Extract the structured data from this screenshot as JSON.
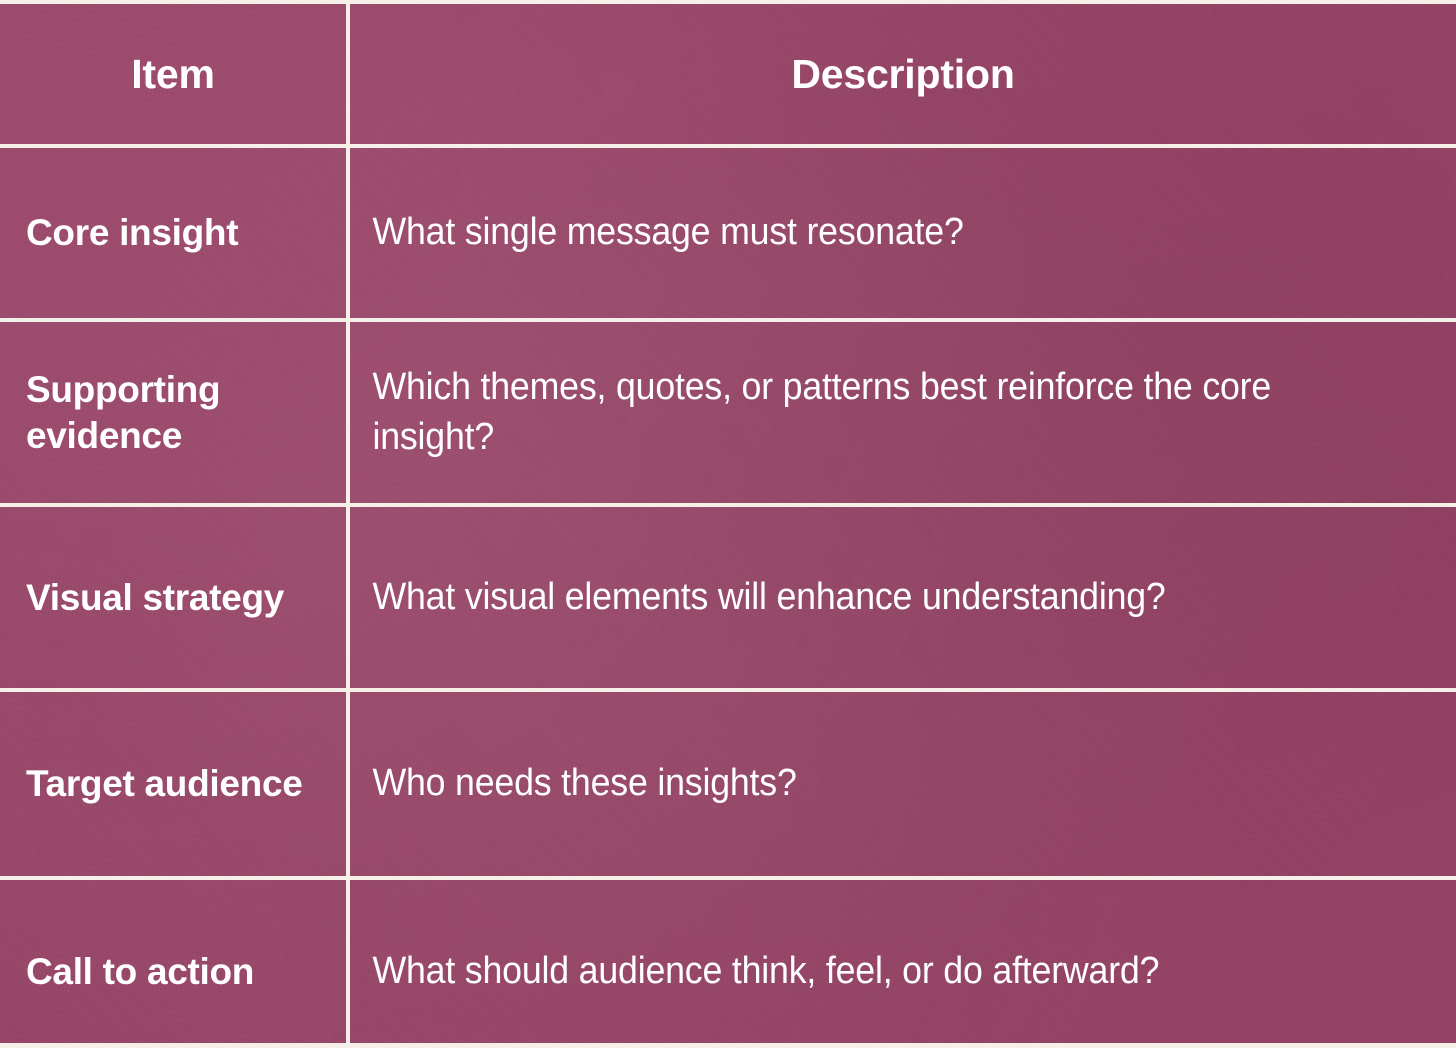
{
  "theme": {
    "background_color": "#9b4569",
    "border_color": "#f7f0e8",
    "text_color": "#ffffff"
  },
  "table": {
    "headers": {
      "item": "Item",
      "description": "Description"
    },
    "rows": [
      {
        "item": "Core insight",
        "description": "What single message must resonate?"
      },
      {
        "item": "Supporting evidence",
        "description": "Which themes, quotes, or patterns best reinforce the core insight?"
      },
      {
        "item": "Visual strategy",
        "description": "What visual elements will enhance understanding?"
      },
      {
        "item": "Target audience",
        "description": "Who needs these insights?"
      },
      {
        "item": "Call to action",
        "description": "What should audience think, feel, or do afterward?"
      }
    ]
  }
}
